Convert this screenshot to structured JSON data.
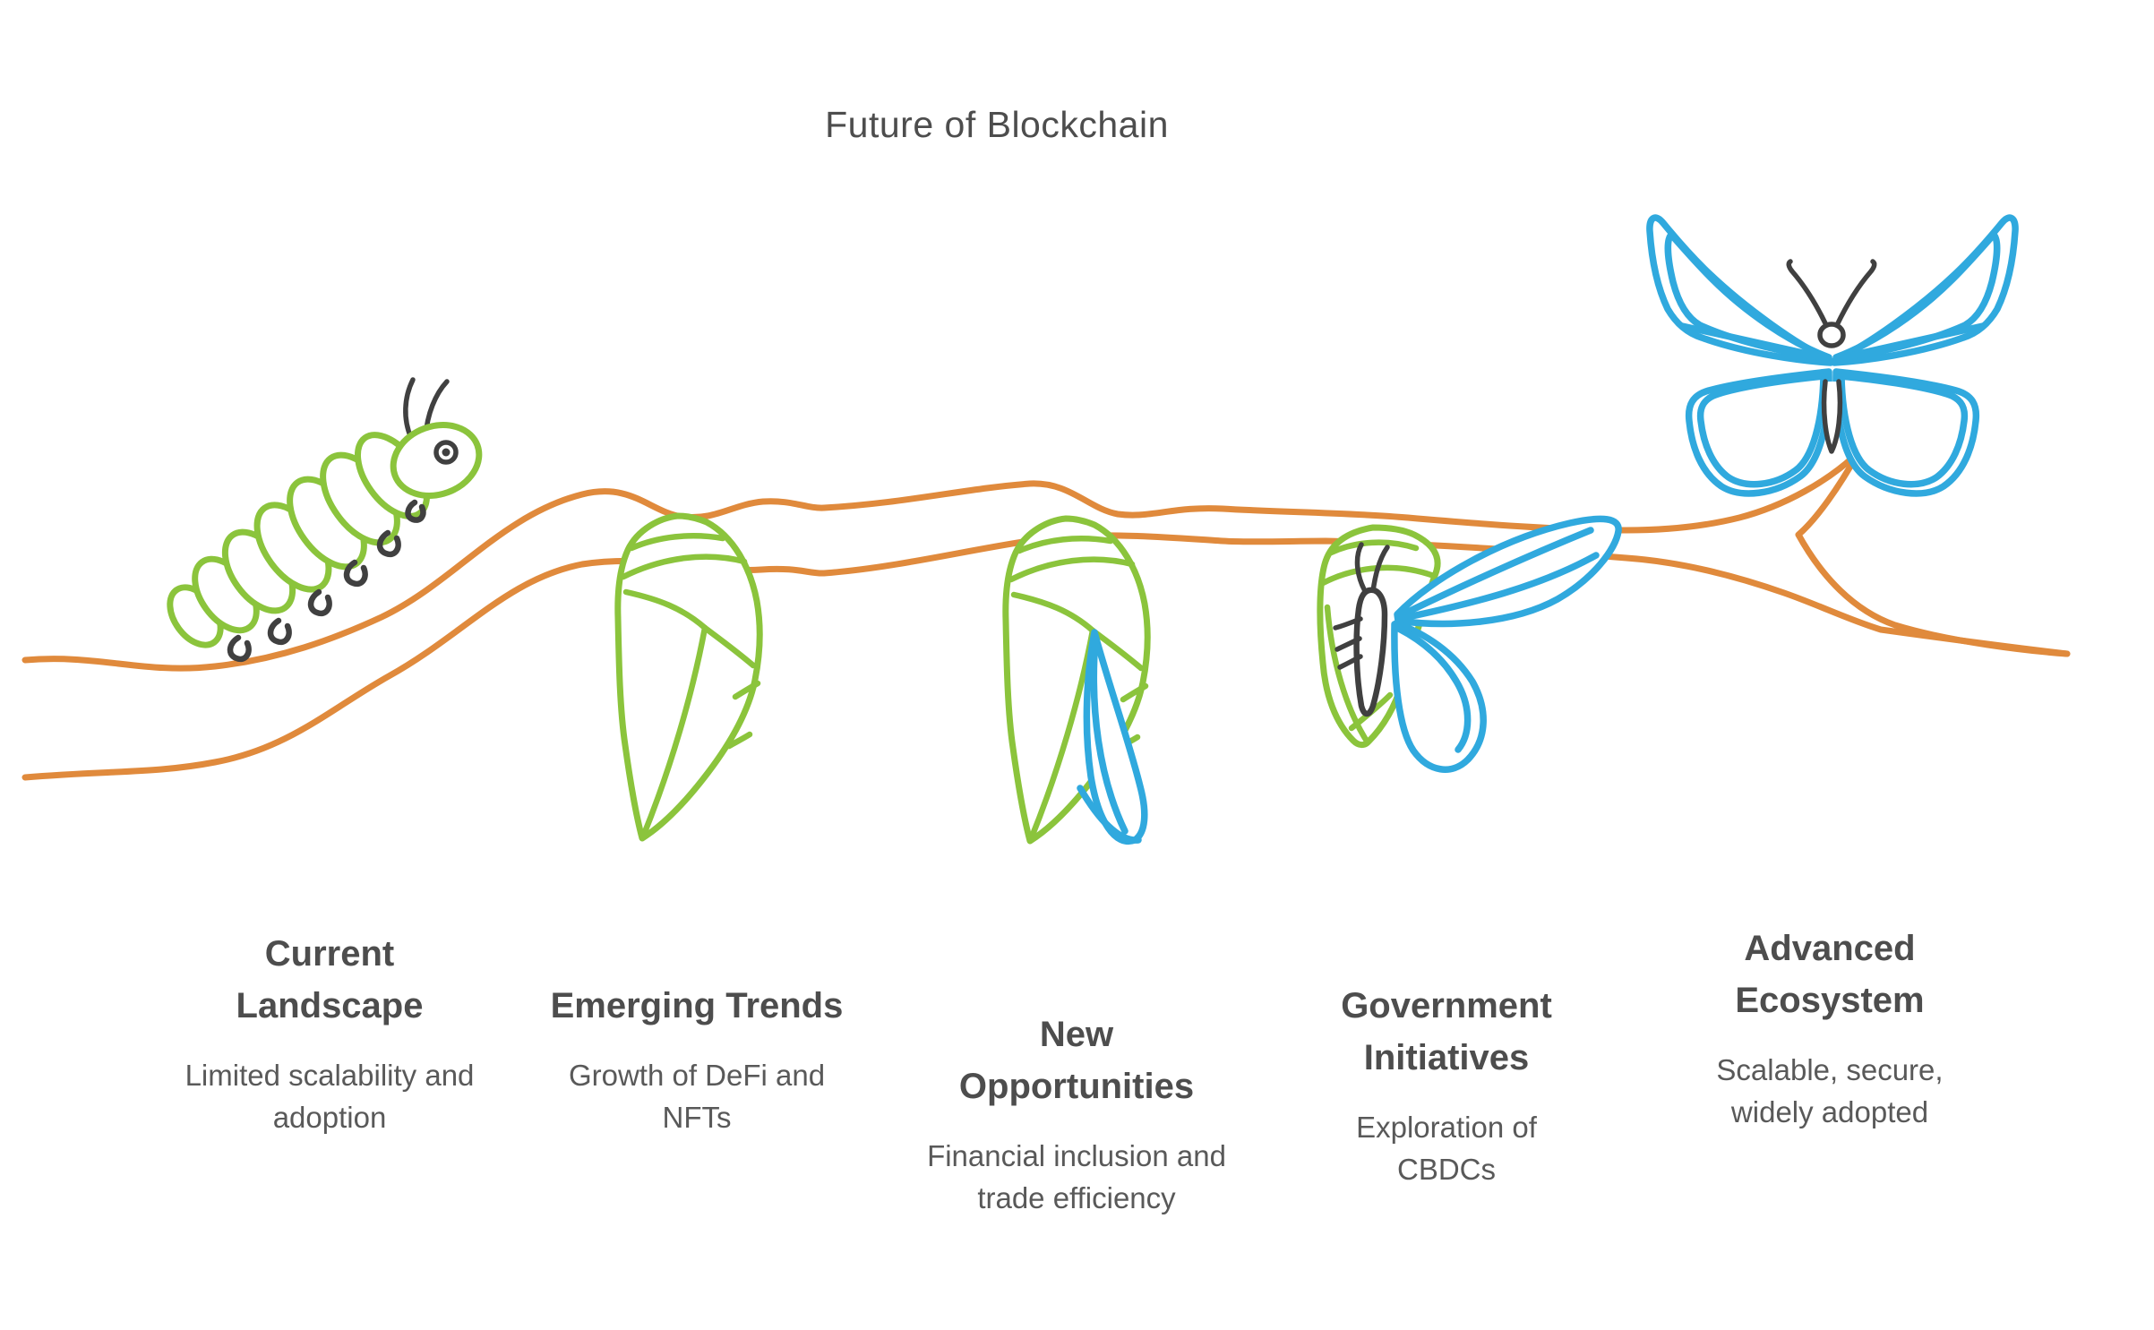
{
  "title": "Future of Blockchain",
  "colors": {
    "green": "#8BC43C",
    "orange": "#E08A3C",
    "blue": "#30A9DE",
    "ink": "#404040",
    "heading": "#4D4D4D",
    "body": "#595959",
    "background": "#FFFFFF"
  },
  "stages": [
    {
      "icon": "caterpillar-icon",
      "title": "Current Landscape",
      "description": "Limited scalability and adoption"
    },
    {
      "icon": "chrysalis-icon",
      "title": "Emerging Trends",
      "description": "Growth of DeFi and NFTs"
    },
    {
      "icon": "chrysalis-emerging-wing-icon",
      "title": "New Opportunities",
      "description": "Financial inclusion and trade efficiency"
    },
    {
      "icon": "emerging-butterfly-icon",
      "title": "Government Initiatives",
      "description": "Exploration of CBDCs"
    },
    {
      "icon": "butterfly-icon",
      "title": "Advanced Ecosystem",
      "description": "Scalable, secure, widely adopted"
    }
  ]
}
